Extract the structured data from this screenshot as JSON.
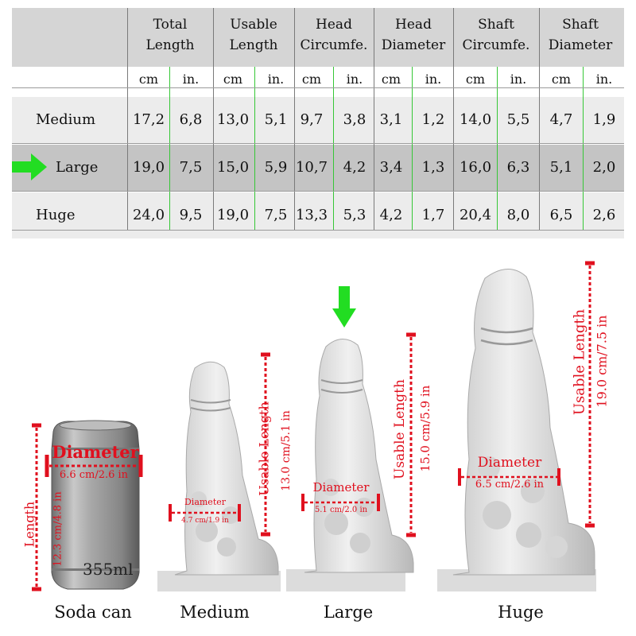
{
  "table": {
    "columns": [
      {
        "title_line1": "Total",
        "title_line2": "Length"
      },
      {
        "title_line1": "Usable",
        "title_line2": "Length"
      },
      {
        "title_line1": "Head",
        "title_line2": "Circumfe."
      },
      {
        "title_line1": "Head",
        "title_line2": "Diameter"
      },
      {
        "title_line1": "Shaft",
        "title_line2": "Circumfe."
      },
      {
        "title_line1": "Shaft",
        "title_line2": "Diameter"
      }
    ],
    "unit_cm": "cm",
    "unit_in": "in.",
    "rows": [
      {
        "label": "Medium",
        "values": [
          "17,2",
          "6,8",
          "13,0",
          "5,1",
          "9,7",
          "3,8",
          "3,1",
          "1,2",
          "14,0",
          "5,5",
          "4,7",
          "1,9"
        ]
      },
      {
        "label": "Large",
        "values": [
          "19,0",
          "7,5",
          "15,0",
          "5,9",
          "10,7",
          "4,2",
          "3,4",
          "1,3",
          "16,0",
          "6,3",
          "5,1",
          "2,0"
        ]
      },
      {
        "label": "Huge",
        "values": [
          "24,0",
          "9,5",
          "19,0",
          "7,5",
          "13,3",
          "5,3",
          "4,2",
          "1,7",
          "20,4",
          "8,0",
          "6,5",
          "2,6"
        ]
      }
    ],
    "selected_row": "Large"
  },
  "illustration": {
    "soda_can": {
      "caption": "Soda can",
      "diameter_label": "Diameter",
      "diameter_value": "6.6 cm/2.6 in",
      "length_label": "Length",
      "length_value": "12.3 cm/4.8 in",
      "volume_label": "355ml"
    },
    "medium": {
      "caption": "Medium",
      "diameter_label": "Diameter",
      "diameter_value": "4.7 cm/1.9 in",
      "usable_label": "Usable Length",
      "usable_value": "13.0 cm/5.1 in"
    },
    "large": {
      "caption": "Large",
      "diameter_label": "Diameter",
      "diameter_value": "5.1 cm/2.0 in",
      "usable_label": "Usable Length",
      "usable_value": "15.0 cm/5.9 in"
    },
    "huge": {
      "caption": "Huge",
      "diameter_label": "Diameter",
      "diameter_value": "6.5 cm/2.6 in",
      "usable_label": "Usable Length",
      "usable_value": "19.0 cm/7.5 in"
    }
  },
  "colors": {
    "accent_green": "#22dd22",
    "measure_red": "#e0101e",
    "selected_row_bg": "#c4c4c4",
    "header_bg": "#d5d5d5"
  }
}
